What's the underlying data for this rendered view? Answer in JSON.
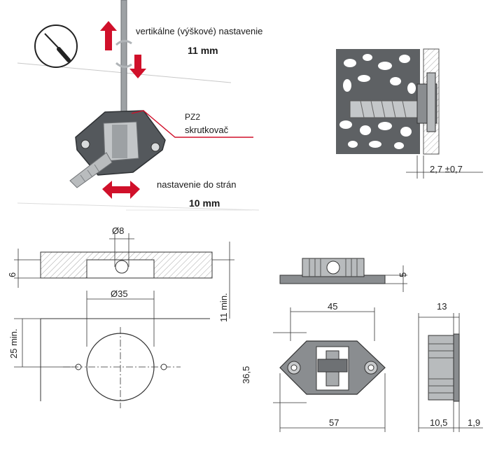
{
  "texts": {
    "vertical_adjust": "vertikálne (výškové) nastavenie",
    "vertical_value": "11 mm",
    "tool_type": "PZ2",
    "tool_name": "skrutkovač",
    "side_adjust": "nastavenie do strán",
    "side_value": "10 mm"
  },
  "dimensions": {
    "install_depth": "2,7 ±0,7",
    "hole_small": "Ø8",
    "thickness": "6",
    "hole_large": "Ø35",
    "min_edge_11": "11 min.",
    "min_edge_25": "25 min.",
    "height_5": "5",
    "width_45": "45",
    "height_36_5": "36,5",
    "width_57": "57",
    "depth_13": "13",
    "depth_10_5": "10,5",
    "depth_1_9": "1,9"
  },
  "colors": {
    "accent_red": "#d0102a",
    "hatch": "#9a9a9a",
    "part_grey": "#8a8d90",
    "line": "#333333"
  }
}
